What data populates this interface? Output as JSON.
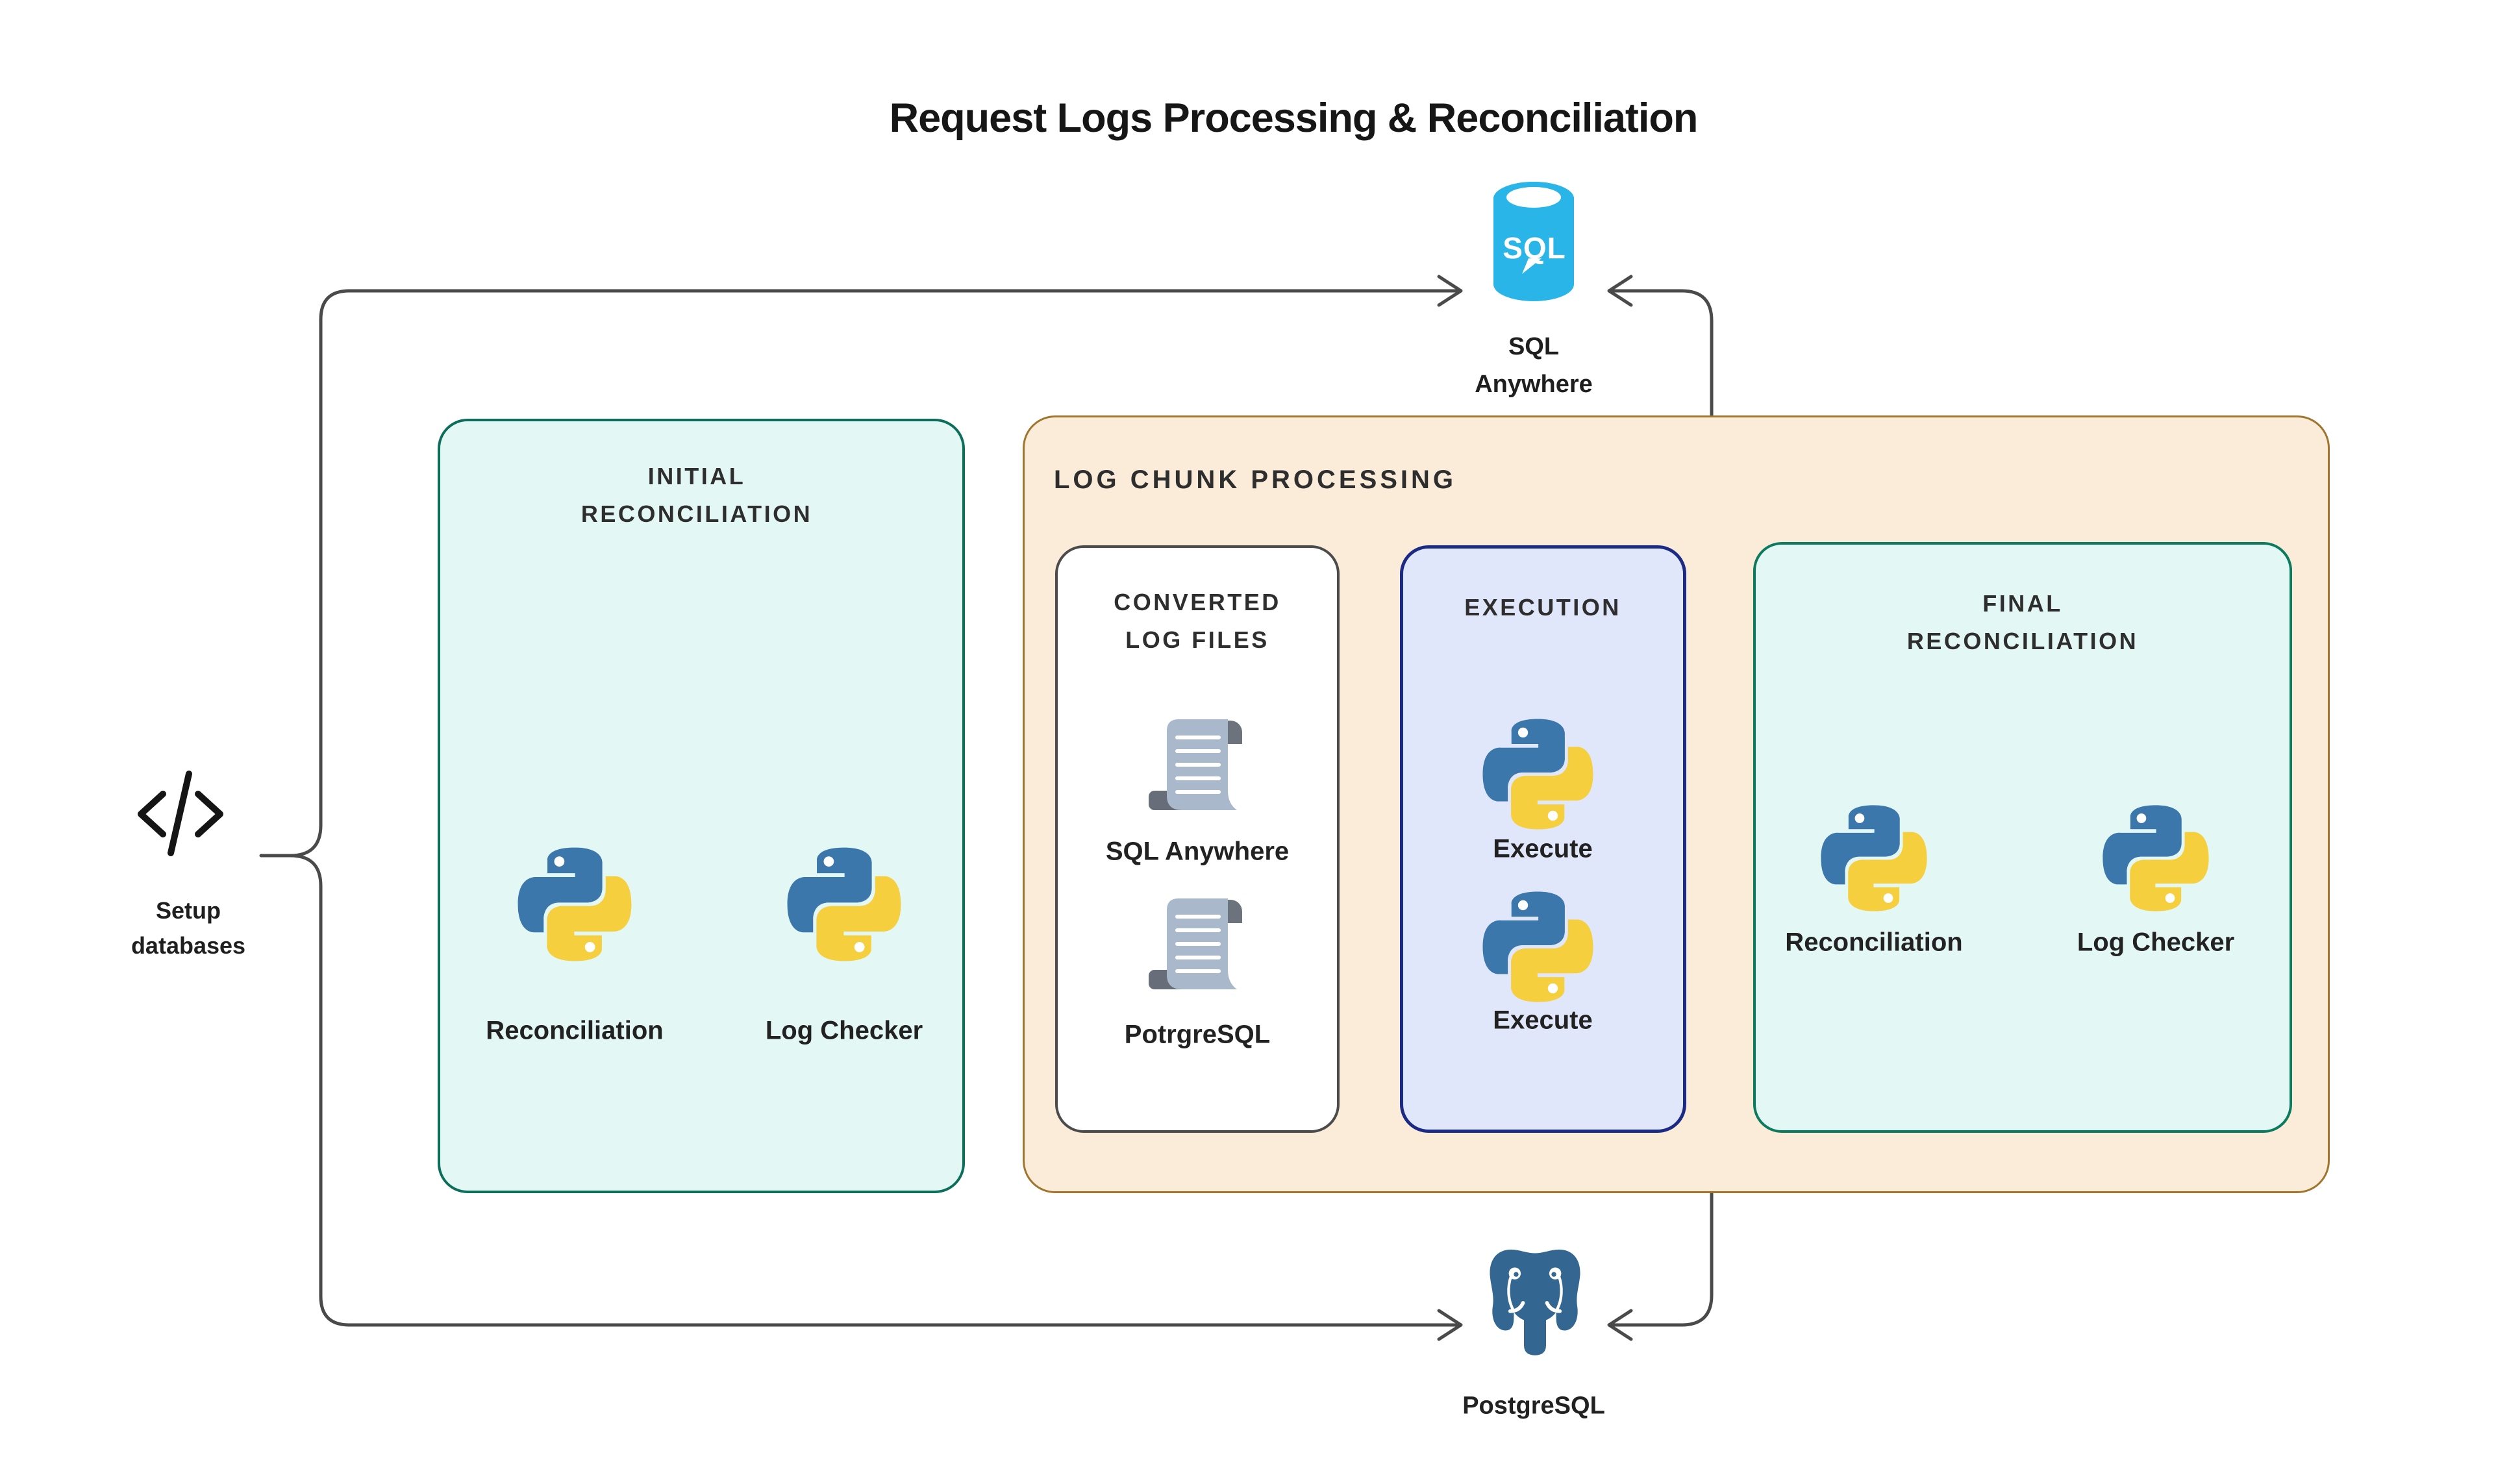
{
  "title": "Request Logs Processing & Reconciliation",
  "nodes": {
    "sql_anywhere": {
      "badge": "SQL",
      "label_line1": "SQL",
      "label_line2": "Anywhere"
    },
    "postgres": {
      "label": "PostgreSQL"
    },
    "setup": {
      "label_line1": "Setup",
      "label_line2": "databases"
    }
  },
  "boxes": {
    "initial": {
      "header_line1": "INITIAL",
      "header_line2": "RECONCILIATION",
      "items": [
        {
          "label": "Reconciliation"
        },
        {
          "label": "Log Checker"
        }
      ]
    },
    "log_chunk": {
      "header": "LOG CHUNK PROCESSING"
    },
    "converted": {
      "header_line1": "CONVERTED",
      "header_line2": "LOG FILES",
      "items": [
        {
          "label": "SQL Anywhere"
        },
        {
          "label": "PotrgreSQL"
        }
      ]
    },
    "execution": {
      "header": "EXECUTION",
      "items": [
        {
          "label": "Execute"
        },
        {
          "label": "Execute"
        }
      ]
    },
    "final": {
      "header_line1": "FINAL",
      "header_line2": "RECONCILIATION",
      "items": [
        {
          "label": "Reconciliation"
        },
        {
          "label": "Log Checker"
        }
      ]
    }
  },
  "colors": {
    "mint_fill": "#e3f8f4",
    "teal_border": "#0e6e5c",
    "final_teal_border": "#0c7a5f",
    "peach_fill": "#faecd8",
    "tan_border": "#a0762f",
    "lavender_fill": "#e1e7fa",
    "navy_border": "#1b2a85",
    "white_box_border": "#4b4b4b",
    "wire": "#4a4a4a",
    "python_blue": "#3b77ab",
    "python_yellow": "#f6cf3f",
    "sql_cyan": "#29b5e8",
    "postgres_blue": "#336791",
    "scroll_light": "#a9b8cb",
    "scroll_dark": "#686e79"
  }
}
